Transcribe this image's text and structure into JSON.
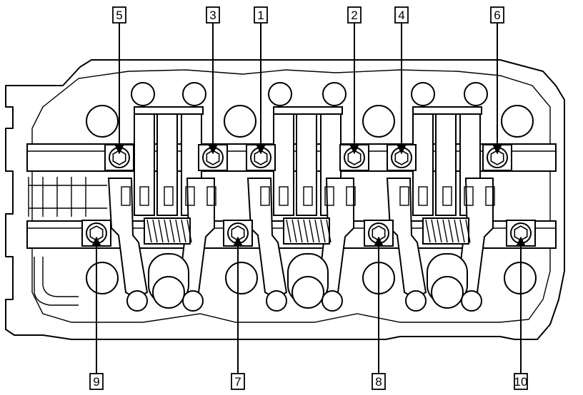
{
  "diagram": {
    "colors": {
      "ink": "#000000",
      "paper": "#ffffff"
    },
    "bolt_callouts": {
      "top": [
        "5",
        "3",
        "1",
        "2",
        "4",
        "6"
      ],
      "bottom": [
        "9",
        "7",
        "8",
        "10"
      ]
    }
  }
}
